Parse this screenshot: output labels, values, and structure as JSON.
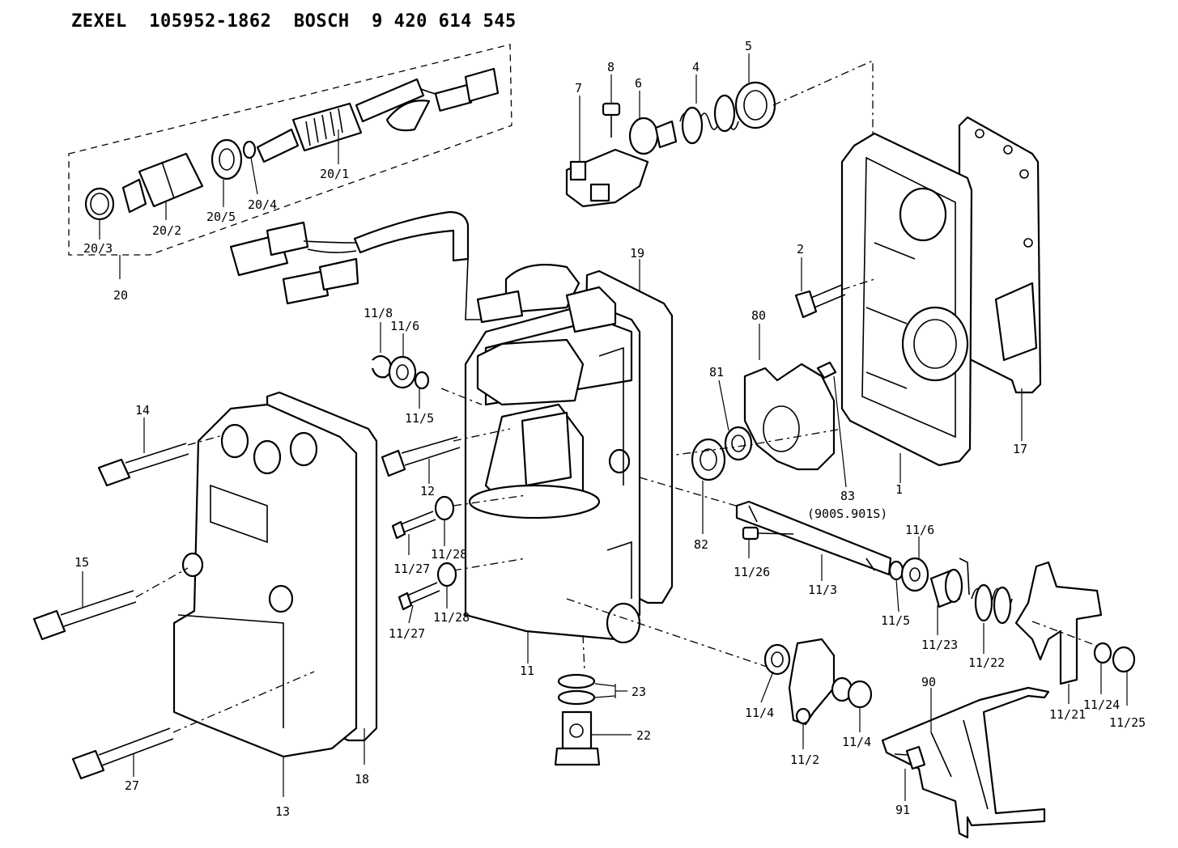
{
  "header": {
    "title": "ZEXEL  105952-1862  BOSCH  9 420 614 545"
  },
  "labels": [
    {
      "id": "l1",
      "text": "1"
    },
    {
      "id": "l2",
      "text": "2"
    },
    {
      "id": "l4",
      "text": "4"
    },
    {
      "id": "l5",
      "text": "5"
    },
    {
      "id": "l6",
      "text": "6"
    },
    {
      "id": "l7",
      "text": "7"
    },
    {
      "id": "l8",
      "text": "8"
    },
    {
      "id": "l11",
      "text": "11"
    },
    {
      "id": "l12",
      "text": "12"
    },
    {
      "id": "l13",
      "text": "13"
    },
    {
      "id": "l14",
      "text": "14"
    },
    {
      "id": "l15",
      "text": "15"
    },
    {
      "id": "l17",
      "text": "17"
    },
    {
      "id": "l18",
      "text": "18"
    },
    {
      "id": "l19",
      "text": "19"
    },
    {
      "id": "l20",
      "text": "20"
    },
    {
      "id": "l20_1",
      "text": "20/1"
    },
    {
      "id": "l20_2",
      "text": "20/2"
    },
    {
      "id": "l20_3",
      "text": "20/3"
    },
    {
      "id": "l20_4",
      "text": "20/4"
    },
    {
      "id": "l20_5",
      "text": "20/5"
    },
    {
      "id": "l22",
      "text": "22"
    },
    {
      "id": "l23",
      "text": "23"
    },
    {
      "id": "l27",
      "text": "27"
    },
    {
      "id": "l80",
      "text": "80"
    },
    {
      "id": "l81",
      "text": "81"
    },
    {
      "id": "l82",
      "text": "82"
    },
    {
      "id": "l83",
      "text": "83"
    },
    {
      "id": "l83note",
      "text": "(900S.901S)"
    },
    {
      "id": "l90",
      "text": "90"
    },
    {
      "id": "l91",
      "text": "91"
    },
    {
      "id": "l11_2",
      "text": "11/2"
    },
    {
      "id": "l11_3",
      "text": "11/3"
    },
    {
      "id": "l11_4a",
      "text": "11/4"
    },
    {
      "id": "l11_4b",
      "text": "11/4"
    },
    {
      "id": "l11_5a",
      "text": "11/5"
    },
    {
      "id": "l11_5b",
      "text": "11/5"
    },
    {
      "id": "l11_6a",
      "text": "11/6"
    },
    {
      "id": "l11_6b",
      "text": "11/6"
    },
    {
      "id": "l11_8",
      "text": "11/8"
    },
    {
      "id": "l11_21",
      "text": "11/21"
    },
    {
      "id": "l11_22",
      "text": "11/22"
    },
    {
      "id": "l11_23",
      "text": "11/23"
    },
    {
      "id": "l11_24",
      "text": "11/24"
    },
    {
      "id": "l11_25",
      "text": "11/25"
    },
    {
      "id": "l11_26",
      "text": "11/26"
    },
    {
      "id": "l11_27a",
      "text": "11/27"
    },
    {
      "id": "l11_27b",
      "text": "11/27"
    },
    {
      "id": "l11_28a",
      "text": "11/28"
    },
    {
      "id": "l11_28b",
      "text": "11/28"
    }
  ]
}
